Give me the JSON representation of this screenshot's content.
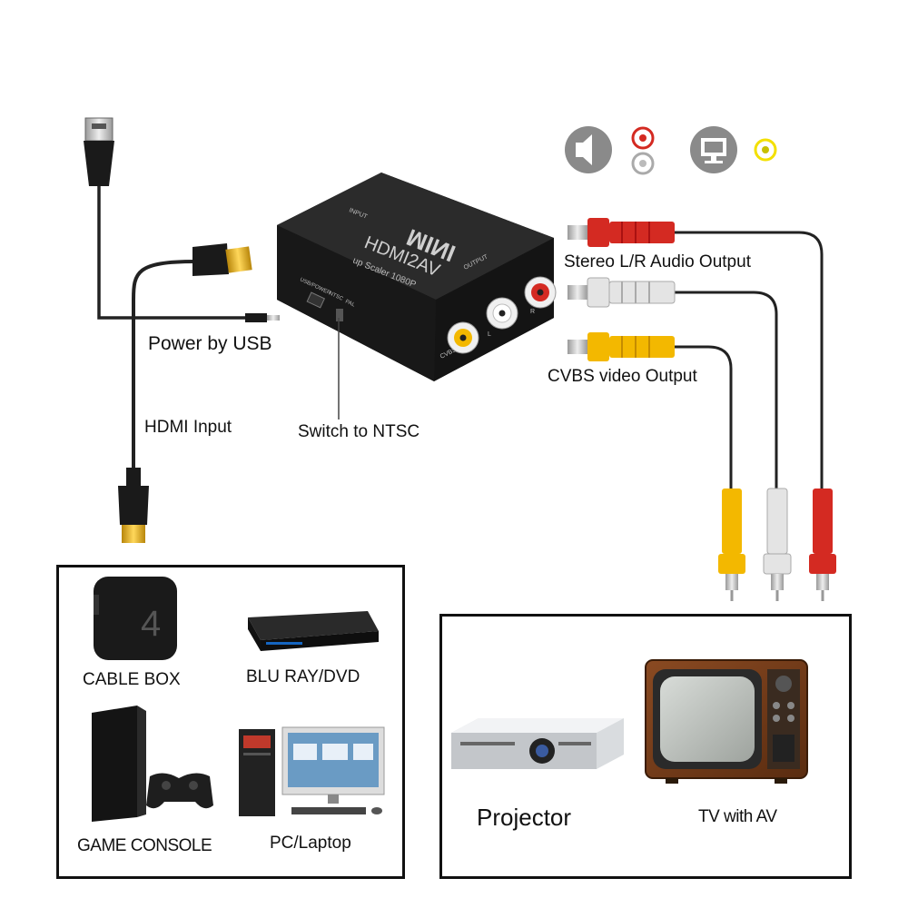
{
  "device": {
    "brand": "MINI",
    "model": "HDMI2AV",
    "subtitle": "up Scaler 1080P",
    "input_label": "INPUT",
    "output_label": "OUTPUT",
    "usb_power_label": "USB/POWER",
    "ntsc_label": "NTSC",
    "pal_label": "PAL",
    "cvbs_label": "CVBS",
    "l_label": "L",
    "r_label": "R"
  },
  "labels": {
    "power": "Power by USB",
    "hdmi_input": "HDMI Input",
    "switch": "Switch to NTSC",
    "stereo": "Stereo L/R Audio Output",
    "cvbs": "CVBS video Output"
  },
  "sources": {
    "items": [
      {
        "label": "CABLE BOX"
      },
      {
        "label": "BLU RAY/DVD"
      },
      {
        "label": "GAME CONSOLE"
      },
      {
        "label": "PC/Laptop"
      }
    ]
  },
  "outputs": {
    "items": [
      {
        "label": "Projector"
      },
      {
        "label": "TV with AV"
      }
    ]
  },
  "icons": {
    "speaker": "speaker-icon",
    "monitor": "monitor-icon"
  },
  "colors": {
    "red": "#d42a22",
    "white": "#e8e8e8",
    "yellow": "#f3b800",
    "gold": "#e0a820",
    "device": "#1c1c1c"
  }
}
